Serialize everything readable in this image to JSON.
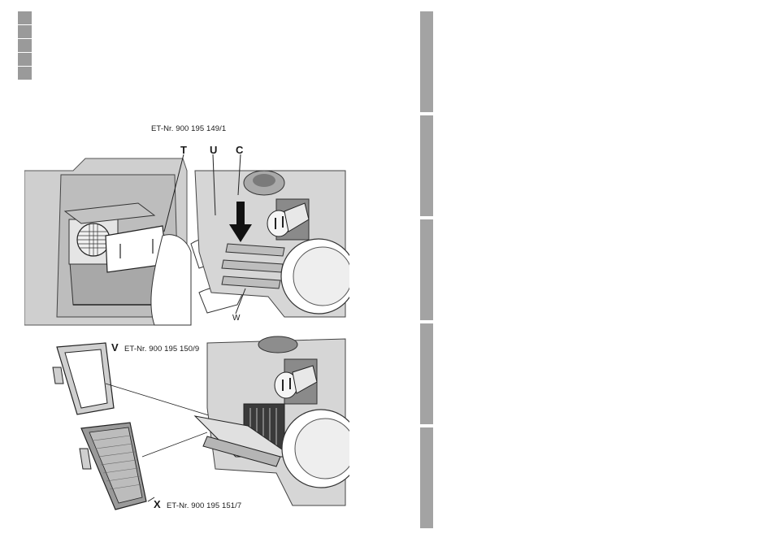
{
  "page": {
    "part_numbers": {
      "top": "ET-Nr. 900 195 149/1",
      "v": "ET-Nr. 900 195 150/9",
      "x": "ET-Nr. 900 195 151/7"
    },
    "labels": {
      "t": "T",
      "u": "U",
      "c": "C",
      "w": "W",
      "v": "V",
      "x": "X"
    }
  }
}
